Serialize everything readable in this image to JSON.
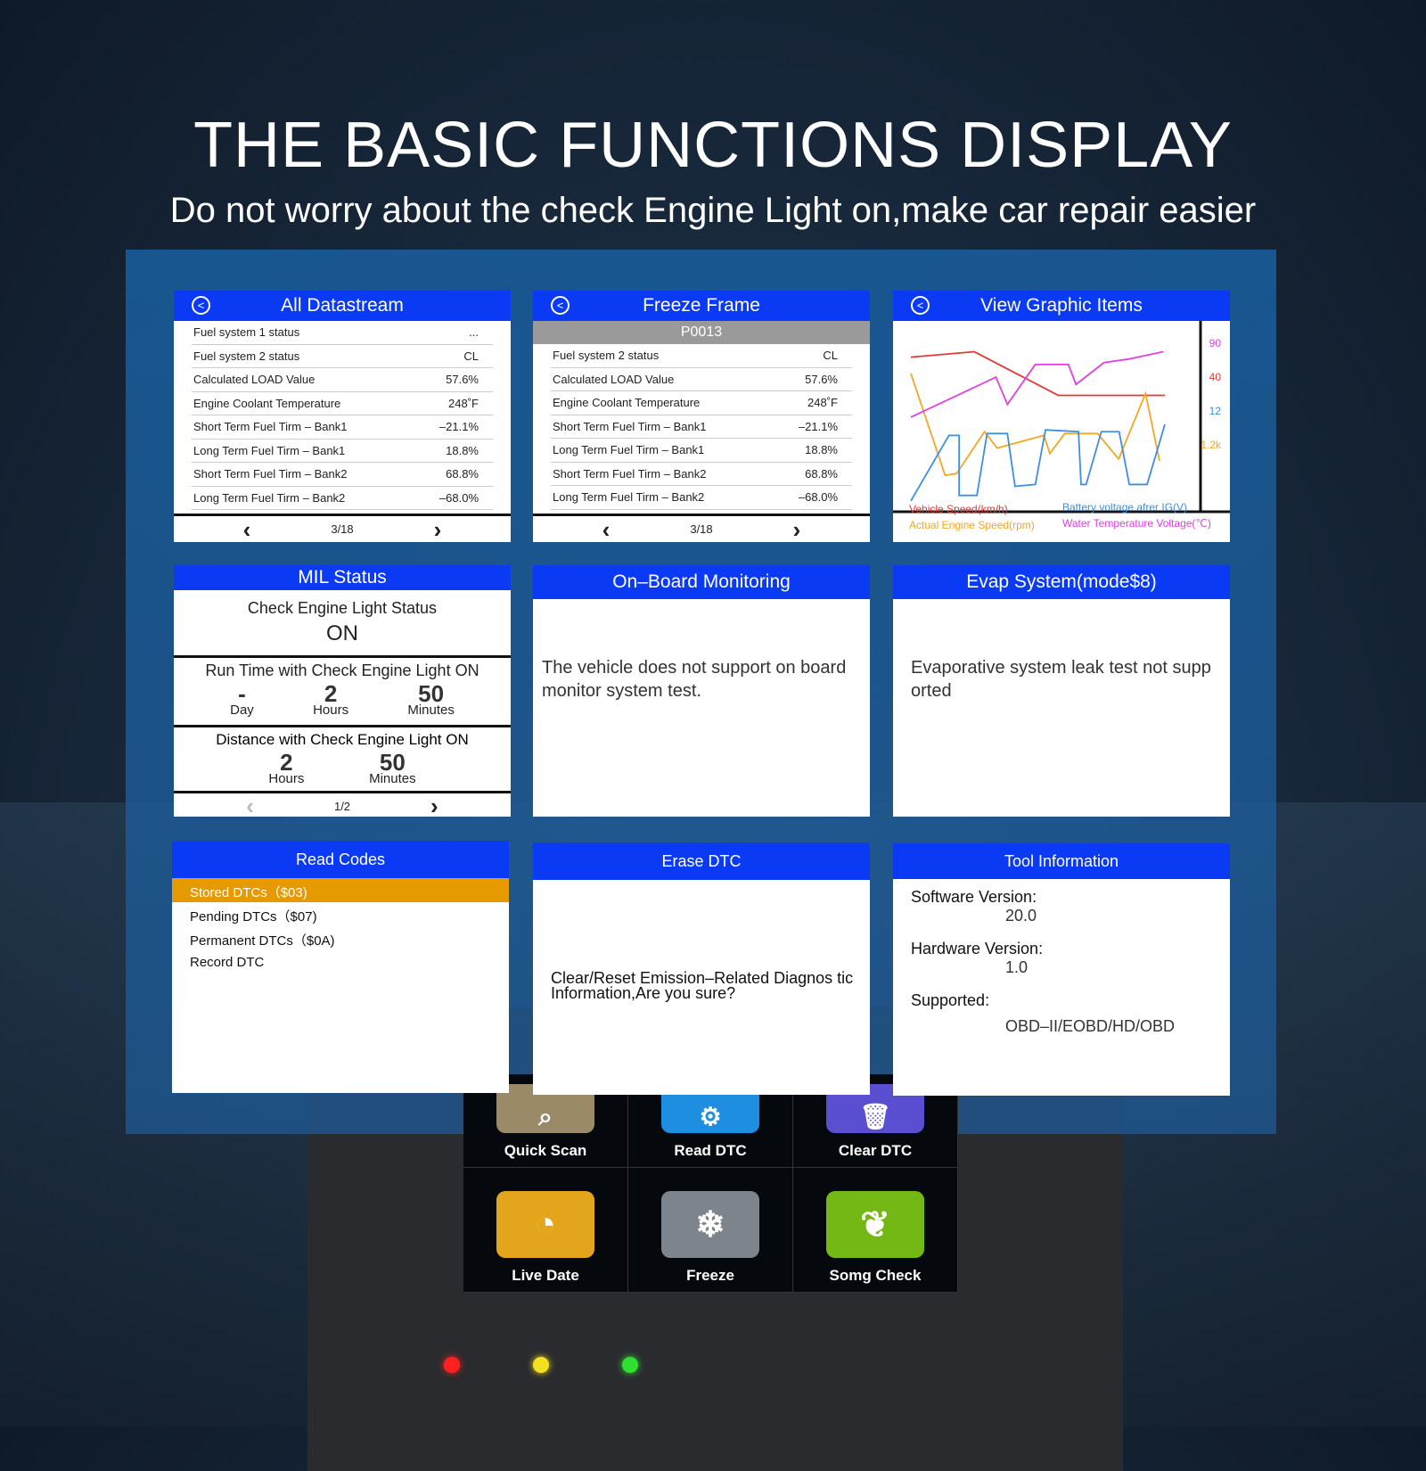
{
  "header": {
    "title": "THE BASIC FUNCTIONS DISPLAY",
    "subtitle": "Do not worry about the check Engine Light on,make car repair easier"
  },
  "datastream": {
    "title": "All Datastream",
    "rows": [
      [
        "Fuel system 1 status",
        "..."
      ],
      [
        "Fuel system 2 status",
        "CL"
      ],
      [
        "Calculated LOAD Value",
        "57.6%"
      ],
      [
        "Engine Coolant Temperature",
        "248˚F"
      ],
      [
        "Short Term Fuel Tirm – Bank1",
        "–21.1%"
      ],
      [
        "Long Term Fuel Tirm – Bank1",
        "18.8%"
      ],
      [
        "Short Term Fuel Tirm – Bank2",
        "68.8%"
      ],
      [
        "Long Term Fuel Tirm – Bank2",
        "–68.0%"
      ]
    ],
    "page": "3/18"
  },
  "freeze": {
    "title": "Freeze Frame",
    "code": "P0013",
    "rows": [
      [
        "Fuel system 2 status",
        "CL"
      ],
      [
        "Calculated LOAD Value",
        "57.6%"
      ],
      [
        "Engine Coolant Temperature",
        "248˚F"
      ],
      [
        "Short Term Fuel Tirm – Bank1",
        "–21.1%"
      ],
      [
        "Long Term Fuel Tirm – Bank1",
        "18.8%"
      ],
      [
        "Short Term Fuel Tirm – Bank2",
        "68.8%"
      ],
      [
        "Long Term Fuel Tirm – Bank2",
        "–68.0%"
      ]
    ],
    "page": "3/18"
  },
  "graphic": {
    "title": "View Graphic Items",
    "y_ticks": [
      {
        "label": "90",
        "color": "#e040e0"
      },
      {
        "label": "40",
        "color": "#e53935"
      },
      {
        "label": "12",
        "color": "#3d8fe0"
      },
      {
        "label": "1.2k",
        "color": "#f5a623"
      }
    ]
  },
  "chart_data": {
    "type": "line",
    "title": "View Graphic Items",
    "grid": false,
    "legend": "bottom",
    "xlim": [
      0,
      100
    ],
    "ylim": [
      0,
      100
    ],
    "series": [
      {
        "name": "Vehicle Speed(km/h)",
        "color": "#e53935",
        "x": [
          0,
          25,
          58,
          100
        ],
        "y": [
          84,
          87,
          63,
          63
        ]
      },
      {
        "name": "Actual Engine Speed(rpm)",
        "color": "#f5a623",
        "x": [
          0,
          13.5,
          18,
          29,
          34,
          52.4,
          54.7,
          60.6,
          73.5,
          81.8,
          92.4,
          97.9
        ],
        "y": [
          75,
          19,
          20,
          43,
          34,
          41,
          31,
          42,
          42,
          28,
          64,
          27
        ]
      },
      {
        "name": "Battery voltage afrer IG(V)",
        "color": "#3d8fe0",
        "x": [
          0,
          15,
          19,
          19,
          26,
          30,
          38,
          41,
          49,
          53,
          66,
          67,
          69,
          75,
          82,
          86,
          93,
          100
        ],
        "y": [
          5,
          41,
          41,
          8,
          8,
          42,
          42,
          13,
          14,
          44,
          43,
          14,
          14,
          43,
          43,
          14,
          14,
          47
        ]
      },
      {
        "name": "Water Temperature Voltage(℃)",
        "color": "#e040e0",
        "x": [
          0,
          33.5,
          38,
          49,
          62,
          65,
          76,
          86,
          99.4
        ],
        "y": [
          51,
          73,
          58,
          80,
          80,
          69,
          81,
          83,
          87
        ]
      }
    ]
  },
  "mil": {
    "title": "MIL Status",
    "status_label": "Check Engine Light Status",
    "status": "ON",
    "runtime_label": "Run Time with Check Engine Light ON",
    "runtime": [
      {
        "v": "-",
        "u": "Day"
      },
      {
        "v": "2",
        "u": "Hours"
      },
      {
        "v": "50",
        "u": "Minutes"
      }
    ],
    "distance_label": "Distance with Check Engine Light ON",
    "distance": [
      {
        "v": "2",
        "u": "Hours"
      },
      {
        "v": "50",
        "u": "Minutes"
      }
    ],
    "page": "1/2"
  },
  "obm": {
    "title": "On–Board Monitoring",
    "message": "The vehicle does not support on board monitor system test."
  },
  "evap": {
    "title": "Evap System(mode$8)",
    "message": "Evaporative system leak test not supp orted"
  },
  "read_codes": {
    "title": "Read Codes",
    "items": [
      "Stored DTCs（$03)",
      "Pending DTCs（$07)",
      "Permanent DTCs（$0A)",
      "Record DTC"
    ]
  },
  "erase": {
    "title": "Erase DTC",
    "message": "Clear/Reset Emission–Related Diagnos tic Information,Are you sure?"
  },
  "tool_info": {
    "title": "Tool Information",
    "software_label": "Software Version:",
    "software": "20.0",
    "hardware_label": "Hardware Version:",
    "hardware": "1.0",
    "supported_label": "Supported:",
    "supported": "OBD–II/EOBD/HD/OBD"
  },
  "device": {
    "apps": [
      {
        "label": "Quick Scan",
        "color": "#9b8a68",
        "icon": "car-search-icon"
      },
      {
        "label": "Read DTC",
        "color": "#1e8fe0",
        "icon": "engine-icon"
      },
      {
        "label": "Clear DTC",
        "color": "#5a4fd0",
        "icon": "trash-dtc-icon"
      },
      {
        "label": "Live Date",
        "color": "#e3a51c",
        "icon": "gauge-icon"
      },
      {
        "label": "Freeze",
        "color": "#7d848c",
        "icon": "snowflake-icon"
      },
      {
        "label": "Somg Check",
        "color": "#74b816",
        "icon": "leaf-icon"
      }
    ],
    "leds": [
      "#ff2020",
      "#f4e020",
      "#30e030"
    ]
  }
}
